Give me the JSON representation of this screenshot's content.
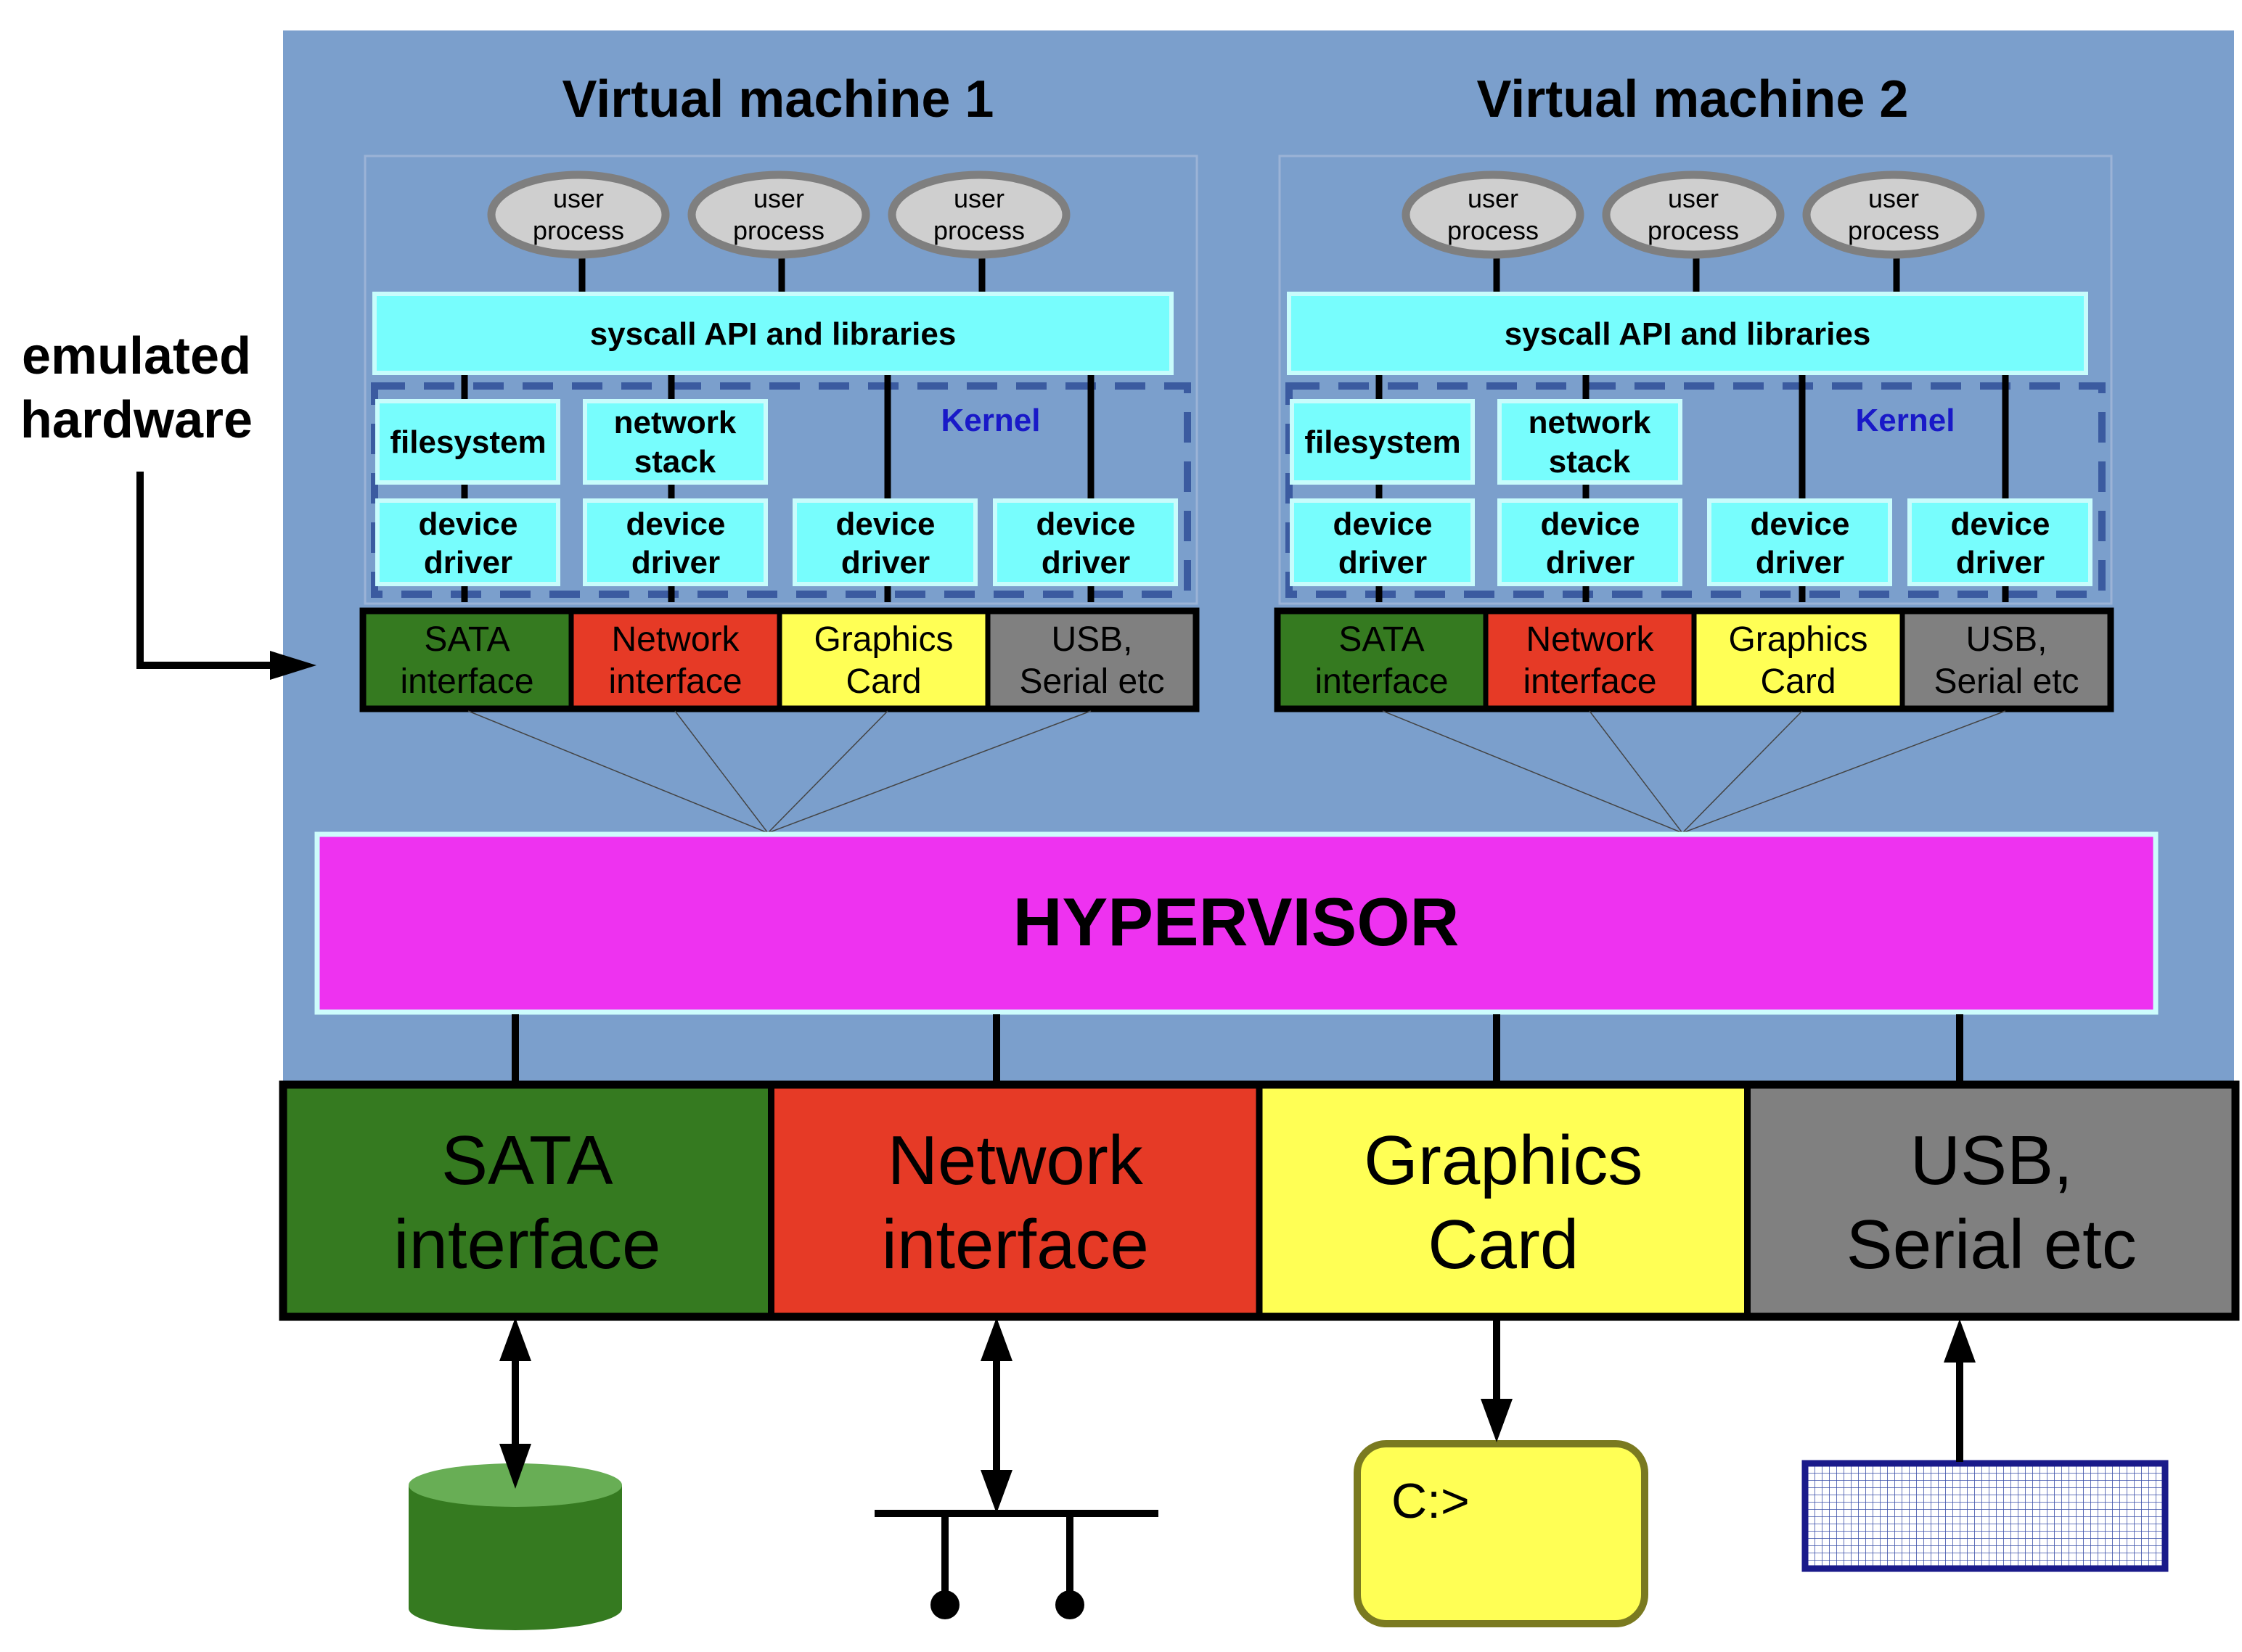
{
  "annotation": {
    "line1": "emulated",
    "line2": "hardware"
  },
  "vms": [
    {
      "title": "Virtual machine 1",
      "user_processes": [
        {
          "line1": "user",
          "line2": "process"
        },
        {
          "line1": "user",
          "line2": "process"
        },
        {
          "line1": "user",
          "line2": "process"
        }
      ],
      "syscall": "syscall API and libraries",
      "kernel": "Kernel",
      "filesystem": "filesystem",
      "network_stack": {
        "line1": "network",
        "line2": "stack"
      },
      "drivers": [
        {
          "line1": "device",
          "line2": "driver"
        },
        {
          "line1": "device",
          "line2": "driver"
        },
        {
          "line1": "device",
          "line2": "driver"
        },
        {
          "line1": "device",
          "line2": "driver"
        }
      ],
      "hardware": [
        {
          "line1": "SATA",
          "line2": "interface",
          "color": "#357a20"
        },
        {
          "line1": "Network",
          "line2": "interface",
          "color": "#e63a26"
        },
        {
          "line1": "Graphics",
          "line2": "Card",
          "color": "#ffff55"
        },
        {
          "line1": "USB,",
          "line2": "Serial etc",
          "color": "#808080"
        }
      ]
    },
    {
      "title": "Virtual machine 2",
      "user_processes": [
        {
          "line1": "user",
          "line2": "process"
        },
        {
          "line1": "user",
          "line2": "process"
        },
        {
          "line1": "user",
          "line2": "process"
        }
      ],
      "syscall": "syscall API and libraries",
      "kernel": "Kernel",
      "filesystem": "filesystem",
      "network_stack": {
        "line1": "network",
        "line2": "stack"
      },
      "drivers": [
        {
          "line1": "device",
          "line2": "driver"
        },
        {
          "line1": "device",
          "line2": "driver"
        },
        {
          "line1": "device",
          "line2": "driver"
        },
        {
          "line1": "device",
          "line2": "driver"
        }
      ],
      "hardware": [
        {
          "line1": "SATA",
          "line2": "interface",
          "color": "#357a20"
        },
        {
          "line1": "Network",
          "line2": "interface",
          "color": "#e63a26"
        },
        {
          "line1": "Graphics",
          "line2": "Card",
          "color": "#ffff55"
        },
        {
          "line1": "USB,",
          "line2": "Serial etc",
          "color": "#808080"
        }
      ]
    }
  ],
  "hypervisor": "HYPERVISOR",
  "physical_hardware": [
    {
      "line1": "SATA",
      "line2": "interface",
      "color": "#357a20"
    },
    {
      "line1": "Network",
      "line2": "interface",
      "color": "#e63a26"
    },
    {
      "line1": "Graphics",
      "line2": "Card",
      "color": "#ffff55"
    },
    {
      "line1": "USB,",
      "line2": "Serial etc",
      "color": "#808080"
    }
  ],
  "devices": {
    "disk_icon": "disk-cylinder-icon",
    "network_icon": "network-bus-icon",
    "terminal_icon": "terminal-screen-icon",
    "terminal_prompt": "C:>",
    "keyboard_icon": "keyboard-grid-icon"
  },
  "colors": {
    "host_background": "#7b9fcc",
    "syscall": "#77fdfd",
    "kernel_label": "#1919c8",
    "kernel_dash": "#3b5ba0",
    "hypervisor": "#ee32f0",
    "disk": "#357a20",
    "keyboard_border": "#1a1a8a",
    "terminal_border": "#7a7a20"
  }
}
